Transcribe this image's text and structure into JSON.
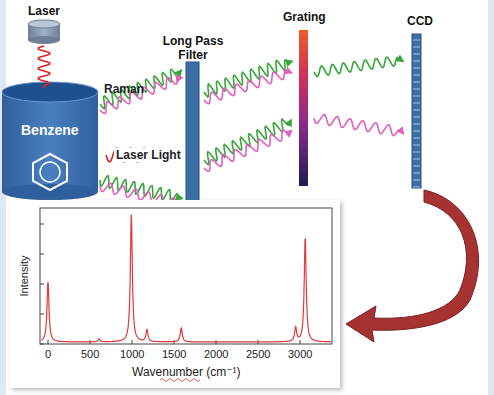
{
  "diagram": {
    "nodes": [
      {
        "text": [
          "Laser"
        ]
      },
      {
        "text": [
          "Benzene"
        ]
      },
      {
        "text": [
          "Long Pass Filter"
        ]
      },
      {
        "text": [
          "Grating"
        ]
      },
      {
        "text": [
          "CCD"
        ]
      }
    ],
    "labels": [
      "Raman",
      "Laser Light",
      "Intensity",
      "0",
      "500",
      "1000",
      "1500",
      "2000",
      "2500",
      "3000",
      "Wavenumber (cm⁻¹)"
    ]
  }
}
